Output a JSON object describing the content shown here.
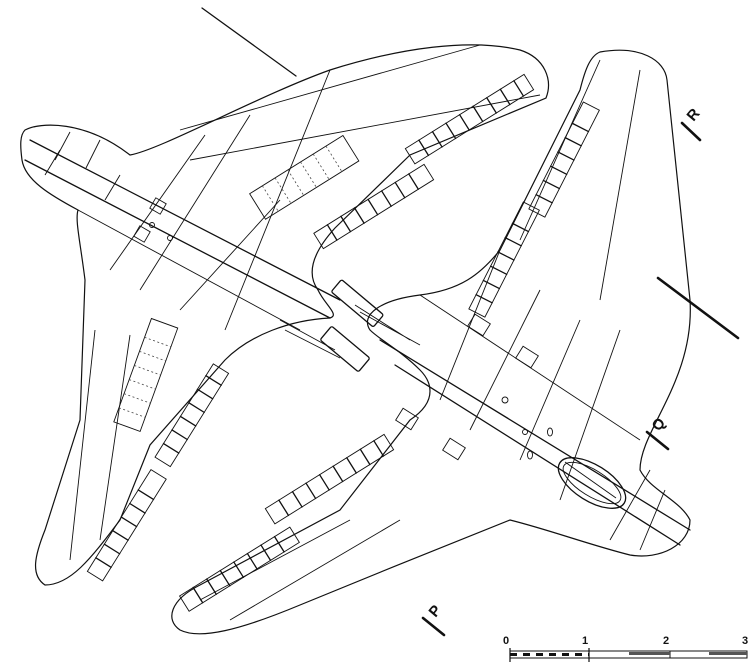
{
  "drawing": {
    "subject": "flying-wing aircraft, upper and lower plan views",
    "colors": {
      "ink": "#111111",
      "paper": "#ffffff"
    }
  },
  "section_markers": [
    {
      "id": "P",
      "label": "P"
    },
    {
      "id": "Q",
      "label": "Q"
    },
    {
      "id": "R",
      "label": "R"
    }
  ],
  "scale_bar": {
    "ticks": [
      "0",
      "1",
      "2",
      "3"
    ],
    "unit": ""
  }
}
